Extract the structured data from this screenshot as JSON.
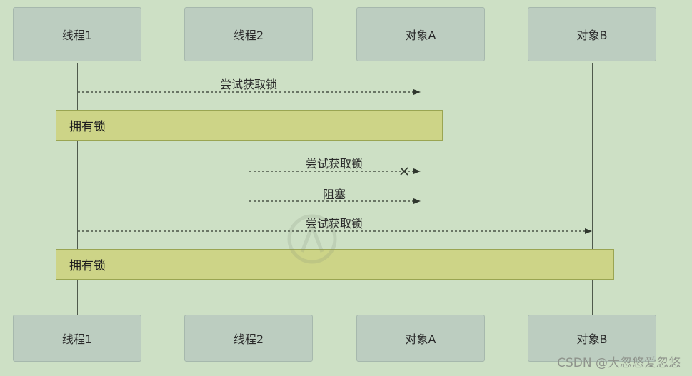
{
  "participants": {
    "thread1": "线程1",
    "thread2": "线程2",
    "objA": "对象A",
    "objB": "对象B"
  },
  "messages": {
    "m1": "尝试获取锁",
    "m2": "尝试获取锁",
    "m3": "阻塞",
    "m4": "尝试获取锁"
  },
  "activations": {
    "a1": "拥有锁",
    "a2": "拥有锁"
  },
  "credit": "CSDN @大忽悠爱忽悠",
  "colors": {
    "background": "#cde0c5",
    "participant_fill": "#bccdc0",
    "activation_fill": "#cdd487",
    "line": "#4f5a4c"
  }
}
